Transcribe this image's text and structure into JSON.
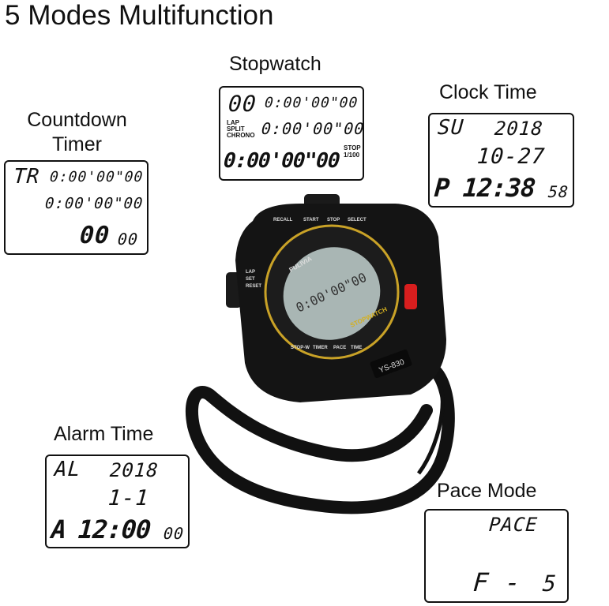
{
  "title": "5 Modes Multifunction",
  "modes": {
    "stopwatch": {
      "label": "Stopwatch",
      "row1_left": "00",
      "row1": "0:00'00\"00",
      "row2": "0:00'00\"00",
      "row3": "0:00'00\"00",
      "side_labels": [
        "LAP",
        "SPLIT",
        "CHRONO"
      ],
      "stop_label": "STOP",
      "resolution": "1/100"
    },
    "countdown": {
      "label_line1": "Countdown",
      "label_line2": "Timer",
      "row1_left": "TR",
      "row1": "0:00'00\"00",
      "row2": "0:00'00\"00",
      "row3": "00",
      "row3_small": "00"
    },
    "clock": {
      "label": "Clock Time",
      "day": "SU",
      "year": "2018",
      "date": "10-27",
      "ampm": "P",
      "time": "12:38",
      "seconds": "58"
    },
    "alarm": {
      "label": "Alarm Time",
      "prefix": "AL",
      "year": "2018",
      "date": "1-1",
      "ampm": "A",
      "time": "12:00",
      "seconds": "00"
    },
    "pace": {
      "label": "Pace Mode",
      "row1": "PACE",
      "row2_left": "F -",
      "row2_right": "5"
    }
  },
  "device": {
    "brand": "PULIVIA",
    "model": "YS-830",
    "face_text": "STOPWATCH",
    "buttons": [
      "RECALL",
      "START",
      "STOP",
      "SELECT",
      "LAP",
      "SET",
      "RESET"
    ],
    "mode_labels": [
      "STOP-W",
      "TIMER",
      "PACE",
      "TIME"
    ],
    "ring_color": "#c9a227",
    "button_color": "#d81e1e"
  }
}
